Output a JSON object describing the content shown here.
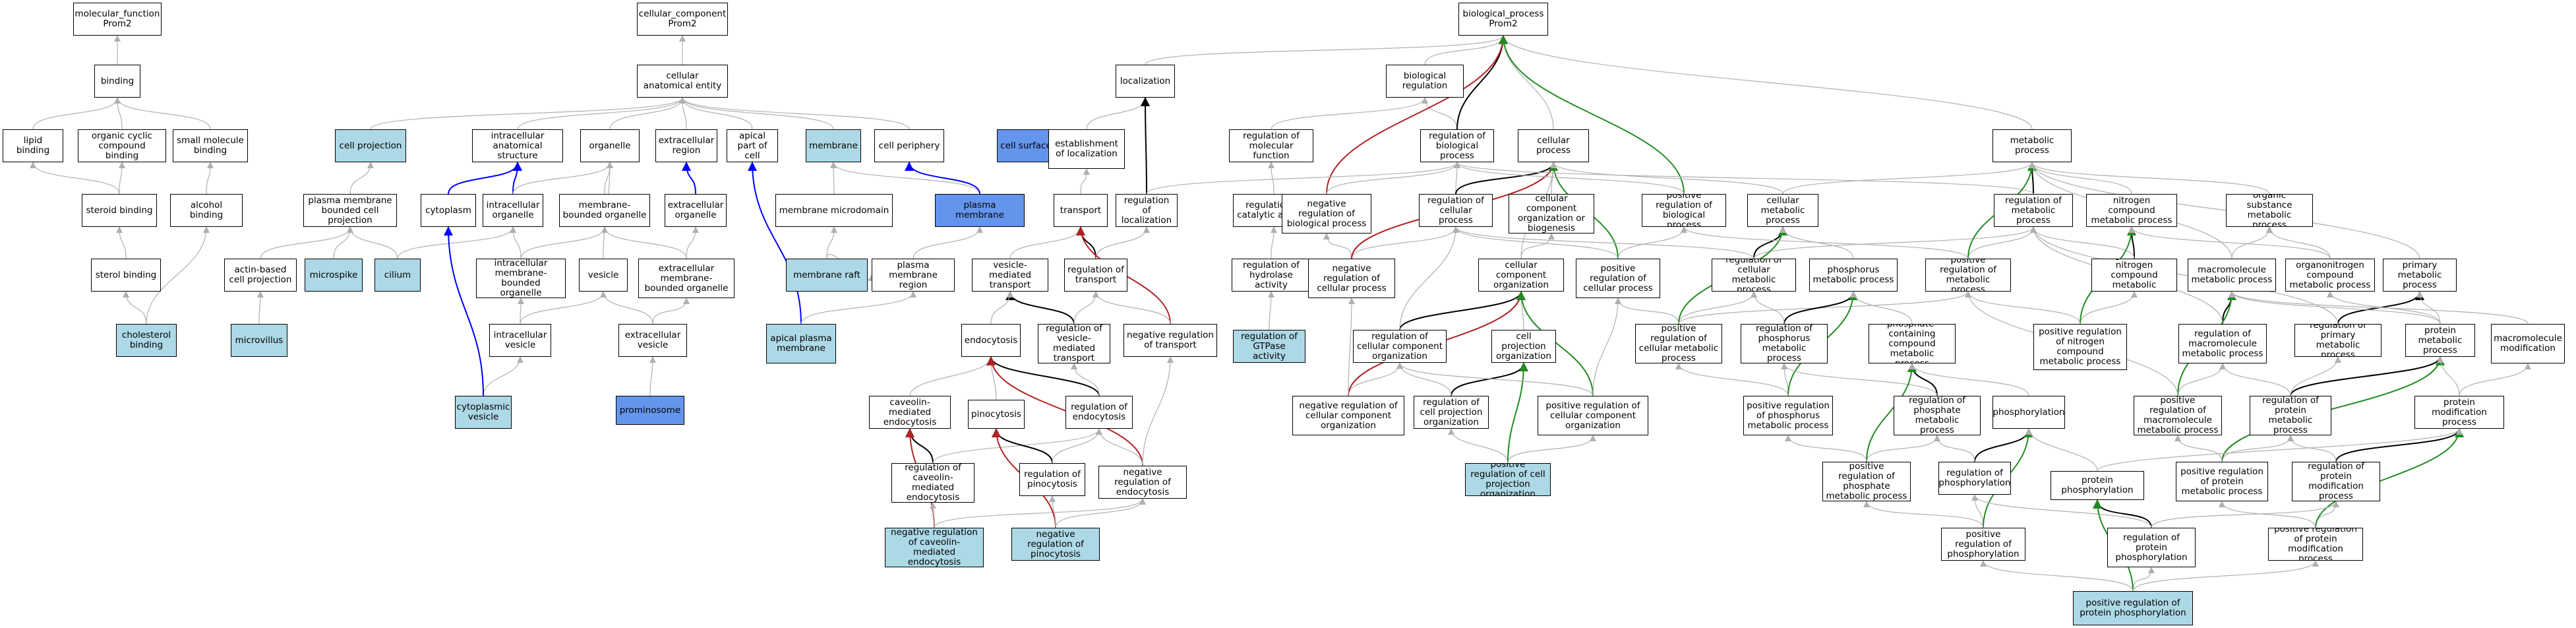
{
  "nodes": {
    "mf": {
      "label": "molecular_function Prom2"
    },
    "binding": {
      "label": "binding"
    },
    "lipid": {
      "label": "lipid binding"
    },
    "occb": {
      "label": "organic cyclic compound binding"
    },
    "smb": {
      "label": "small molecule binding"
    },
    "steroidb": {
      "label": "steroid binding"
    },
    "alcoholb": {
      "label": "alcohol binding"
    },
    "sterolb": {
      "label": "sterol binding"
    },
    "cholb": {
      "label": "cholesterol binding"
    },
    "cc": {
      "label": "cellular_component Prom2"
    },
    "cae": {
      "label": "cellular anatomical entity"
    },
    "cproj": {
      "label": "cell projection"
    },
    "pmbcp": {
      "label": "plasma membrane bounded cell projection"
    },
    "abcp": {
      "label": "actin-based cell projection"
    },
    "microvillus": {
      "label": "microvillus"
    },
    "microspike": {
      "label": "microspike"
    },
    "cilium": {
      "label": "cilium"
    },
    "ias": {
      "label": "intracellular anatomical structure"
    },
    "cytoplasm": {
      "label": "cytoplasm"
    },
    "intorg": {
      "label": "intracellular organelle"
    },
    "organelle": {
      "label": "organelle"
    },
    "mbo": {
      "label": "membrane-bounded organelle"
    },
    "imbo": {
      "label": "intracellular membrane-bounded organelle"
    },
    "vesicle": {
      "label": "vesicle"
    },
    "intves": {
      "label": "intracellular vesicle"
    },
    "cytves": {
      "label": "cytoplasmic vesicle"
    },
    "ecr": {
      "label": "extracellular region"
    },
    "ecorg": {
      "label": "extracellular organelle"
    },
    "embo": {
      "label": "extracellular membrane-bounded organelle"
    },
    "ecves": {
      "label": "extracellular vesicle"
    },
    "prominosome": {
      "label": "prominosome"
    },
    "apical": {
      "label": "apical part of cell"
    },
    "apm": {
      "label": "apical plasma membrane"
    },
    "membrane": {
      "label": "membrane"
    },
    "memmicro": {
      "label": "membrane microdomain"
    },
    "memraft": {
      "label": "membrane raft"
    },
    "cperiph": {
      "label": "cell periphery"
    },
    "pm": {
      "label": "plasma membrane"
    },
    "pmr": {
      "label": "plasma membrane region"
    },
    "csurf": {
      "label": "cell surface"
    },
    "bp": {
      "label": "biological_process Prom2"
    },
    "breg": {
      "label": "biological regulation"
    },
    "loc": {
      "label": "localization"
    },
    "eloc": {
      "label": "establishment of localization"
    },
    "transport": {
      "label": "transport"
    },
    "rloc": {
      "label": "regulation of localization"
    },
    "vmt": {
      "label": "vesicle-mediated transport"
    },
    "rtrans": {
      "label": "regulation of transport"
    },
    "rvmt": {
      "label": "regulation of vesicle-mediated transport"
    },
    "nrtrans": {
      "label": "negative regulation of transport"
    },
    "endo": {
      "label": "endocytosis"
    },
    "cme": {
      "label": "caveolin-mediated endocytosis"
    },
    "pino": {
      "label": "pinocytosis"
    },
    "rendo": {
      "label": "regulation of endocytosis"
    },
    "rcme": {
      "label": "regulation of caveolin-mediated endocytosis"
    },
    "rpino": {
      "label": "regulation of pinocytosis"
    },
    "nrendo": {
      "label": "negative regulation of endocytosis"
    },
    "nrcme": {
      "label": "negative regulation of caveolin-mediated endocytosis"
    },
    "nrpino": {
      "label": "negative regulation of pinocytosis"
    },
    "rmf": {
      "label": "regulation of molecular function"
    },
    "rca": {
      "label": "regulation of catalytic activity"
    },
    "rha": {
      "label": "regulation of hydrolase activity"
    },
    "rgtp": {
      "label": "regulation of GTPase activity"
    },
    "rbp": {
      "label": "regulation of biological process"
    },
    "nrbp": {
      "label": "negative regulation of biological process"
    },
    "cellproc": {
      "label": "cellular process"
    },
    "rcp": {
      "label": "regulation of cellular process"
    },
    "nrcp": {
      "label": "negative regulation of cellular process"
    },
    "ccob": {
      "label": "cellular component organization or biogenesis"
    },
    "cco": {
      "label": "cellular component organization"
    },
    "rcco": {
      "label": "regulation of cellular component organization"
    },
    "nrcco": {
      "label": "negative regulation of cellular component organization"
    },
    "cpo": {
      "label": "cell projection organization"
    },
    "rcpo": {
      "label": "regulation of cell projection organization"
    },
    "prcpo": {
      "label": "positive regulation of cell projection organization"
    },
    "prcco": {
      "label": "positive regulation of cellular component organization"
    },
    "prcp": {
      "label": "positive regulation of cellular process"
    },
    "prbp": {
      "label": "positive regulation of biological process"
    },
    "cmp": {
      "label": "cellular metabolic process"
    },
    "rcmp": {
      "label": "regulation of cellular metabolic process"
    },
    "prcmp": {
      "label": "positive regulation of cellular metabolic process"
    },
    "mp": {
      "label": "metabolic process"
    },
    "rmp": {
      "label": "regulation of metabolic process"
    },
    "prmp": {
      "label": "positive regulation of metabolic process"
    },
    "pmp": {
      "label": "phosphorus metabolic process"
    },
    "rpmp": {
      "label": "regulation of phosphorus metabolic process"
    },
    "prpmp": {
      "label": "positive regulation of phosphorus metabolic process"
    },
    "pccmp": {
      "label": "phosphate-containing compound metabolic process"
    },
    "rphmp": {
      "label": "regulation of phosphate metabolic process"
    },
    "prphmp": {
      "label": "positive regulation of phosphate metabolic process"
    },
    "phos": {
      "label": "phosphorylation"
    },
    "rphos": {
      "label": "regulation of phosphorylation"
    },
    "prphos": {
      "label": "positive regulation of phosphorylation"
    },
    "ncmp": {
      "label": "nitrogen compound metabolic process"
    },
    "rncmp": {
      "label": "regulation of nitrogen compound metabolic process"
    },
    "prncmp": {
      "label": "positive regulation of nitrogen compound metabolic process"
    },
    "osmp": {
      "label": "organic substance metabolic process"
    },
    "macmp": {
      "label": "macromolecule metabolic process"
    },
    "rmacmp": {
      "label": "regulation of macromolecule metabolic process"
    },
    "prmacmp": {
      "label": "positive regulation of macromolecule metabolic process"
    },
    "onmp": {
      "label": "organonitrogen compound metabolic process"
    },
    "primmp": {
      "label": "primary metabolic process"
    },
    "rprimmp": {
      "label": "regulation of primary metabolic process"
    },
    "protmp": {
      "label": "protein metabolic process"
    },
    "rprotmp": {
      "label": "regulation of protein metabolic process"
    },
    "prprotmp": {
      "label": "positive regulation of protein metabolic process"
    },
    "macmod": {
      "label": "macromolecule modification"
    },
    "protmod": {
      "label": "protein modification process"
    },
    "rprotmod": {
      "label": "regulation of protein modification process"
    },
    "prprotmod": {
      "label": "positive regulation of protein modification process"
    },
    "protphos": {
      "label": "protein phosphorylation"
    },
    "rprotphos": {
      "label": "regulation of protein phosphorylation"
    },
    "prprotphos": {
      "label": "positive regulation of protein phosphorylation"
    }
  },
  "colors": {
    "edge_default": "#b0b0b0",
    "edge_regulates": "#000000",
    "edge_part_of": "#0000ff",
    "edge_negative": "#b22222",
    "edge_positive": "#228b22",
    "node_highlight": "#add8e6",
    "node_dark": "#6495ed"
  }
}
